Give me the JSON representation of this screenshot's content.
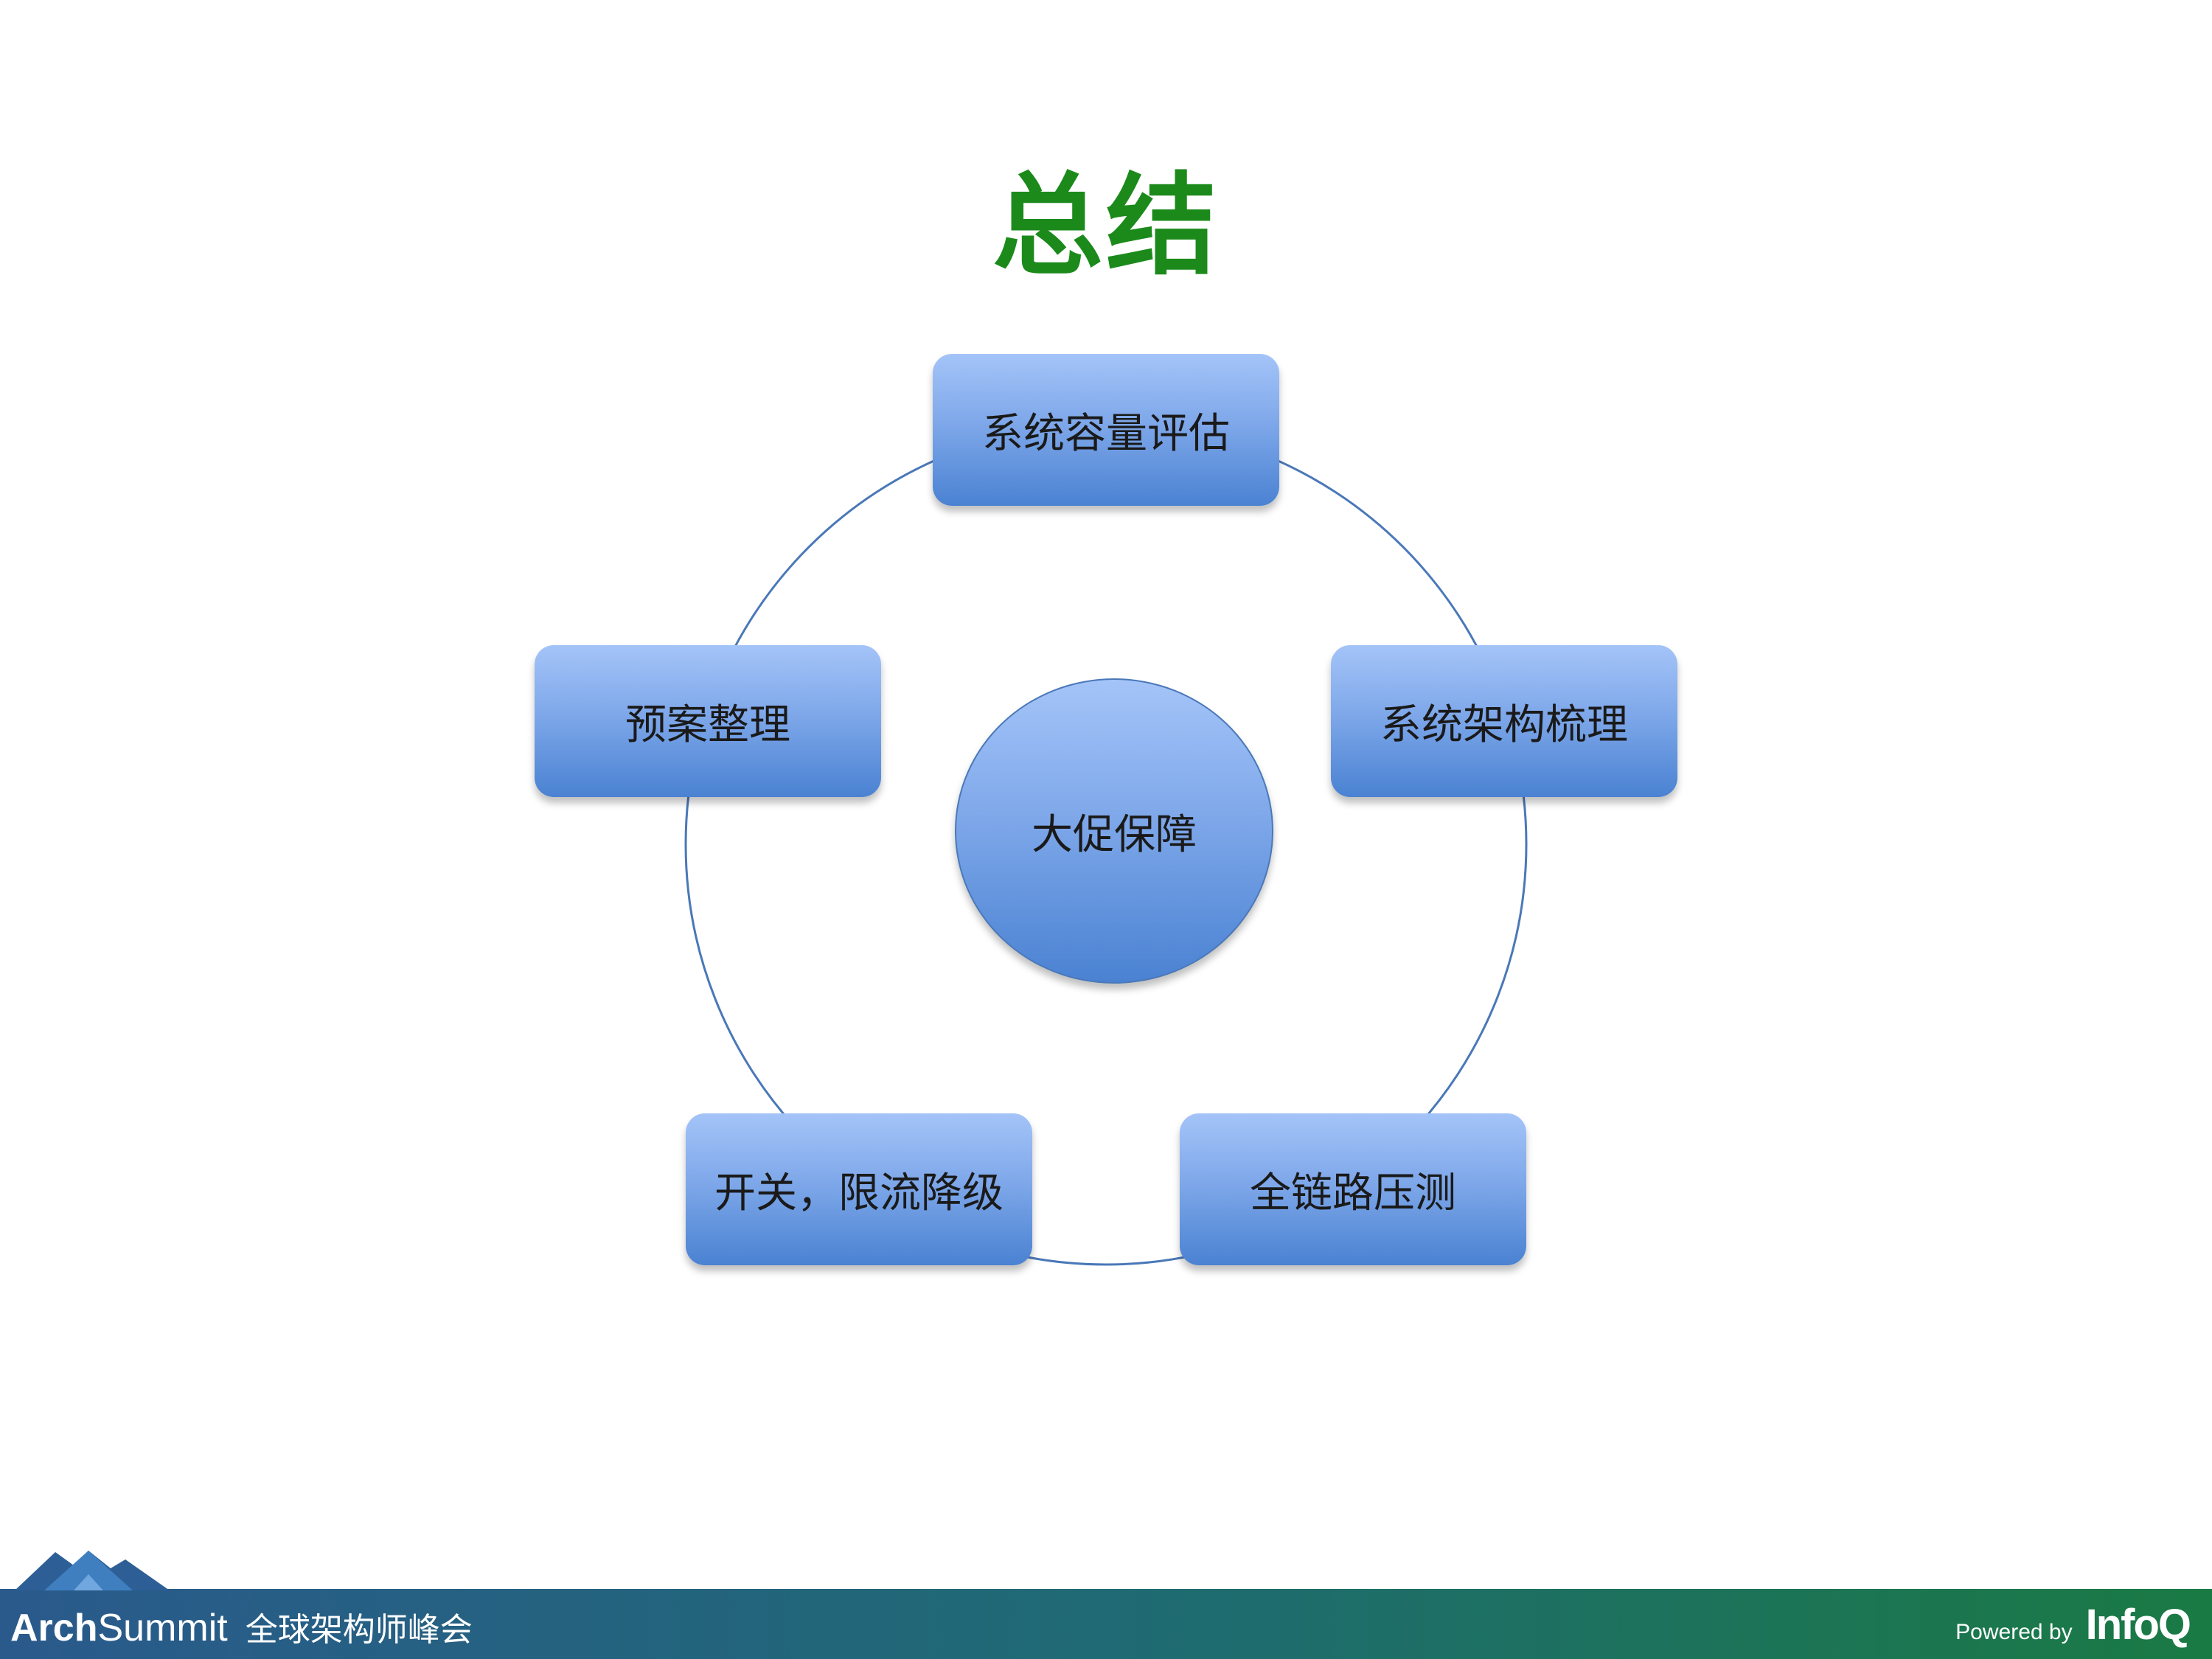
{
  "title": "总结",
  "center": {
    "label": "大促保障"
  },
  "nodes": [
    {
      "label": "系统容量评估"
    },
    {
      "label": "系统架构梳理"
    },
    {
      "label": "全链路压测"
    },
    {
      "label": "开关，限流降级"
    },
    {
      "label": "预案整理"
    }
  ],
  "footer": {
    "brand_bold": "Arch",
    "brand_rest": "Summit",
    "brand_cn": "全球架构师峰会",
    "powered_by": "Powered by",
    "infoq": "InfoQ"
  },
  "colors": {
    "title": "#1b8a1b",
    "node_top": "#a4c4f8",
    "node_bottom": "#4a82d2",
    "ring": "#4a78b8"
  }
}
